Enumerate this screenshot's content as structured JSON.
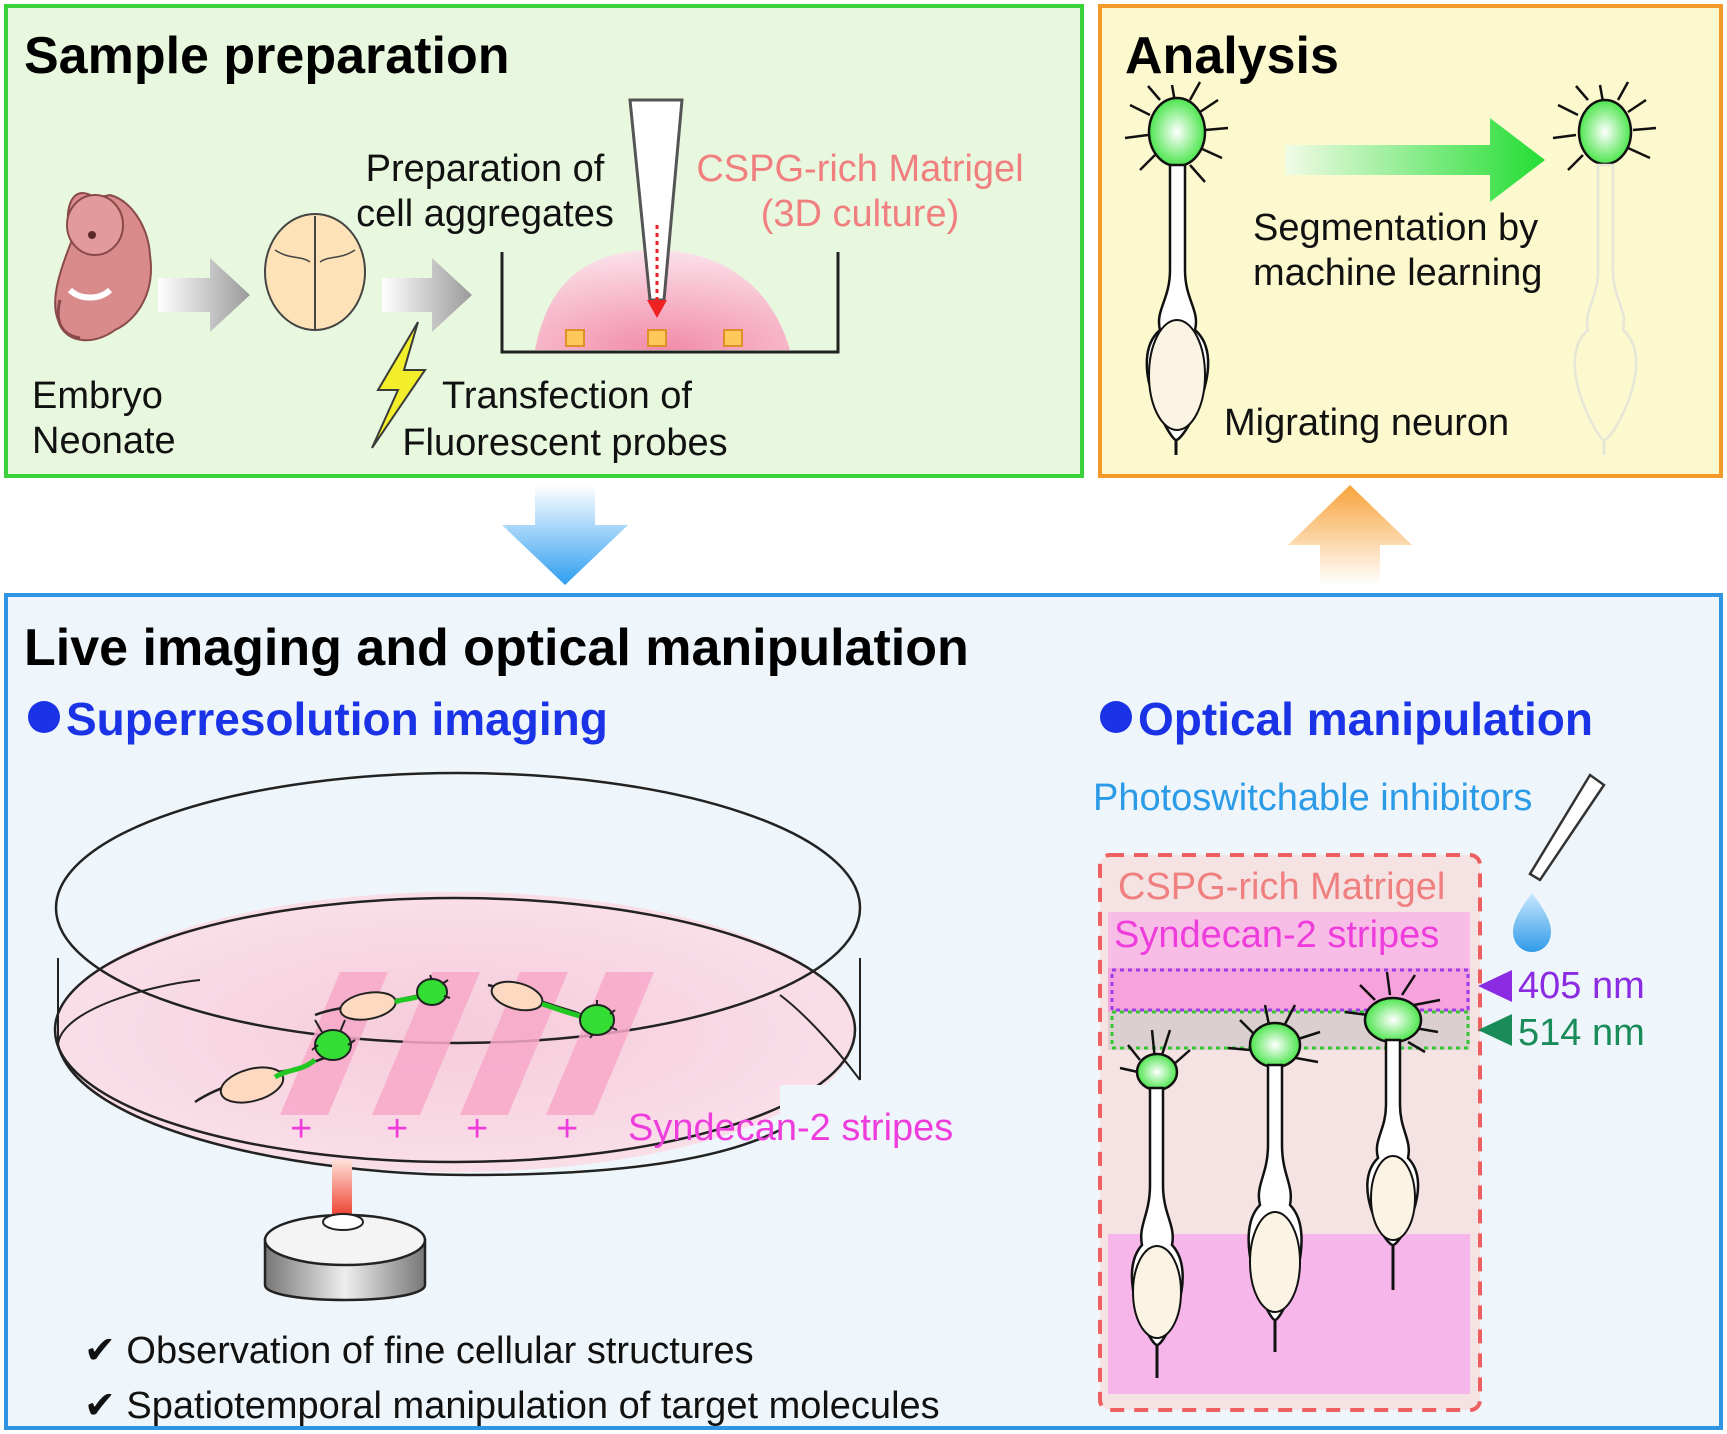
{
  "sample_prep": {
    "title": "Sample preparation",
    "source_label_1": "Embryo",
    "source_label_2": "Neonate",
    "aggregates_label_1": "Preparation of",
    "aggregates_label_2": "cell aggregates",
    "matrigel_label_1": "CSPG-rich Matrigel",
    "matrigel_label_2": "(3D culture)",
    "transfection_label_1": "Transfection of",
    "transfection_label_2": "Fluorescent probes"
  },
  "analysis": {
    "title": "Analysis",
    "segmentation_label_1": "Segmentation by",
    "segmentation_label_2": "machine learning",
    "neuron_label": "Migrating neuron"
  },
  "live_imaging": {
    "title": "Live imaging and optical manipulation",
    "superres_title": "Superresolution imaging",
    "stripes_label": "Syndecan-2 stripes",
    "plus_sign": "+",
    "checklist": [
      {
        "mark": "✔",
        "text": "Observation of fine cellular structures"
      },
      {
        "mark": "✔",
        "text": "Spatiotemporal manipulation of target molecules"
      }
    ],
    "optical_title": "Optical manipulation",
    "inhibitors_label": "Photoswitchable inhibitors",
    "matrigel_label": "CSPG-rich Matrigel",
    "stripes_label_2": "Syndecan-2 stripes",
    "laser_405": "405 nm",
    "laser_514": "514 nm"
  },
  "colors": {
    "sample_border": "#3bd13b",
    "analysis_border": "#f39a2b",
    "live_border": "#2f95e3",
    "heading_blue": "#1b33e6",
    "matrigel_pink": "#f08080",
    "stripe_magenta": "#ee3ddc",
    "neuron_green": "#22dd22"
  }
}
